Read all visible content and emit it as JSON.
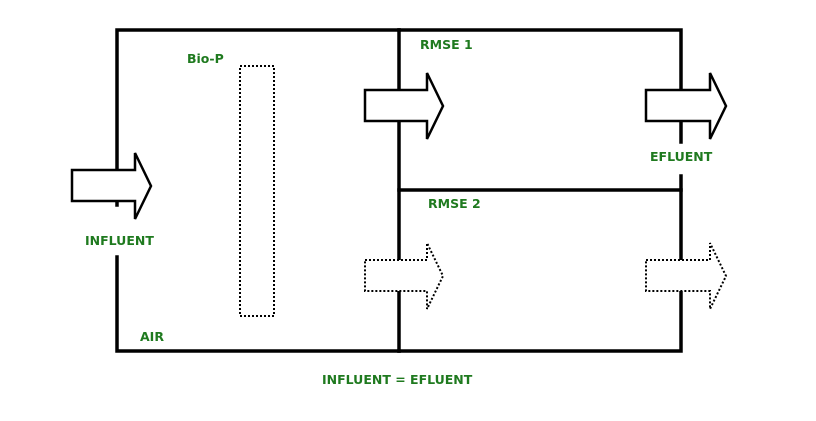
{
  "labels": {
    "bio_p": "Bio-P",
    "rmse1": "RMSE 1",
    "rmse2": "RMSE 2",
    "influent": "INFLUENT",
    "air": "AIR",
    "efluent": "EFLUENT",
    "equation": "INFLUENT = EFLUENT"
  },
  "colors": {
    "label": "#1f7a1f",
    "line": "#000000"
  }
}
